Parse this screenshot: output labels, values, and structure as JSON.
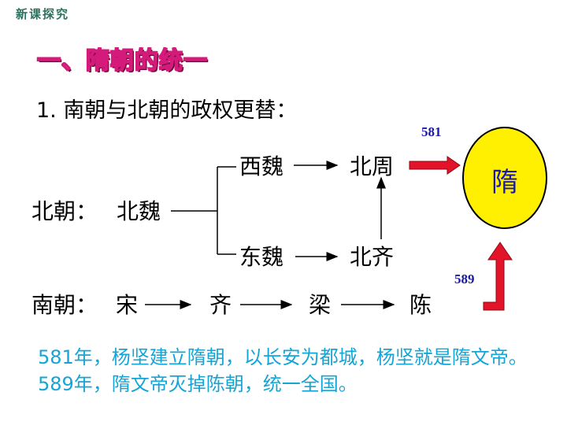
{
  "section_tag": "新课探究",
  "heading": "一、隋朝的统一",
  "subheading": "1. 南朝与北朝的政权更替：",
  "northern": {
    "label": "北朝：",
    "root": "北魏",
    "west": "西魏",
    "east": "东魏",
    "north_zhou": "北周",
    "north_qi": "北齐"
  },
  "southern": {
    "label": "南朝：",
    "dynasties": [
      "宋",
      "齐",
      "梁",
      "陈"
    ]
  },
  "sui": {
    "label": "隋",
    "year_north": "581",
    "year_south": "589"
  },
  "summary": "581年，杨坚建立隋朝，以长安为都城，杨坚就是隋文帝。589年，隋文帝灭掉陈朝，统一全国。",
  "colors": {
    "heading_outline": "#d41a7a",
    "year_text": "#1a1aa8",
    "sui_fill": "#ffef00",
    "arrow_red": "#e3142a",
    "summary_text": "#14a5d6"
  }
}
